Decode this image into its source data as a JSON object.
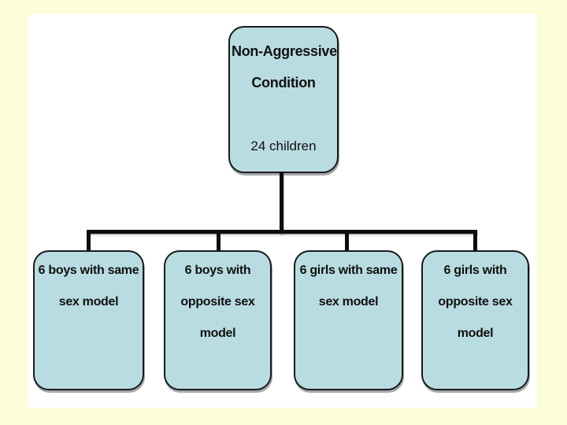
{
  "colors": {
    "margin_bg": "#fdfdda",
    "slide_bg": "#ffffff",
    "node_fill": "#b9dce2",
    "node_border": "#1a1a1a",
    "connector": "#0d0d0d",
    "text": "#101010"
  },
  "tree": {
    "root": {
      "label": "Non-Aggressive Condition",
      "lines": [
        "Non-Aggressive",
        "Condition"
      ],
      "count": "24 children"
    },
    "children": [
      {
        "label": "6 boys with same sex model",
        "lines": [
          "6 boys with same",
          "sex model"
        ]
      },
      {
        "label": "6 boys with opposite sex model",
        "lines": [
          "6 boys with",
          "opposite sex",
          "model"
        ]
      },
      {
        "label": "6 girls with same sex model",
        "lines": [
          "6 girls with same",
          "sex model"
        ]
      },
      {
        "label": "6 girls with opposite sex model",
        "lines": [
          "6 girls with",
          "opposite sex",
          "model"
        ]
      }
    ]
  }
}
